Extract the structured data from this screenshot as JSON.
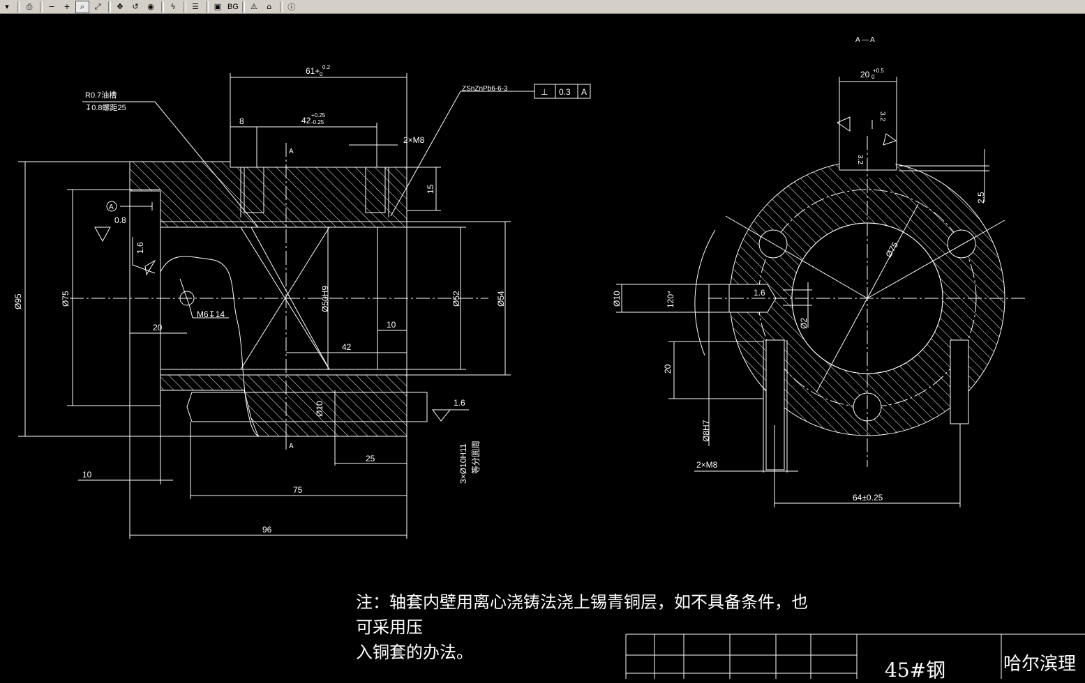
{
  "toolbar": {
    "items": [
      {
        "name": "menu-arrow",
        "glyph": "▾"
      },
      {
        "name": "print",
        "glyph": "⎙"
      },
      {
        "name": "zoom-out",
        "glyph": "−"
      },
      {
        "name": "zoom-in",
        "glyph": "+"
      },
      {
        "name": "zoom-window",
        "glyph": "⌕"
      },
      {
        "name": "zoom-realtime",
        "glyph": "⤢"
      },
      {
        "name": "pan",
        "glyph": "✥"
      },
      {
        "name": "zoom-previous",
        "glyph": "↺"
      },
      {
        "name": "orbit",
        "glyph": "◉"
      },
      {
        "name": "lightning",
        "glyph": "ϟ"
      },
      {
        "name": "layers",
        "glyph": "☰"
      },
      {
        "name": "model-space",
        "glyph": "▣"
      },
      {
        "name": "bg-label",
        "glyph": "BG"
      },
      {
        "name": "warning",
        "glyph": "⚠"
      },
      {
        "name": "home",
        "glyph": "⌂"
      },
      {
        "name": "info",
        "glyph": "ⓘ"
      }
    ]
  },
  "drawing": {
    "section_label": "A — A",
    "view_label_top": "A",
    "view_label_bottom": "A",
    "left_view": {
      "dim_61": "61+",
      "dim_61_tol": "0.2",
      "dim_61_tol_low": "0",
      "dim_8": "8",
      "dim_42": "42",
      "dim_42_tol_up": "+0.25",
      "dim_42_tol_low": "-0.25",
      "dim_2xm8": "2×M8",
      "dim_15": "15",
      "note_r07_1": "R0.7油槽",
      "note_r07_2": "↧0.8螺距25",
      "material_note": "ZSnZnPb6-6-3",
      "tolerance_symbol": "⊥",
      "tolerance_value": "0.3",
      "tolerance_datum": "A",
      "datum_a": "A",
      "rough_08": "0.8",
      "rough_16a": "1.6",
      "rough_16b": "1.6",
      "dim_d95": "Ø95",
      "dim_d75": "Ø75",
      "dim_d50h9": "Ø50H9",
      "dim_d52": "Ø52",
      "dim_d54": "Ø54",
      "dim_m6": "M6↧14",
      "dim_20": "20",
      "dim_10a": "10",
      "dim_42b": "42",
      "dim_d10": "Ø10",
      "dim_25": "25",
      "dim_3x": "3×Ø10H11",
      "dim_3x_b": "等分圆周",
      "dim_10b": "10",
      "dim_75": "75",
      "dim_96": "96"
    },
    "right_view": {
      "dim_20": "20",
      "dim_20_tol": "+0.5",
      "dim_20_tol_low": "0",
      "rough_32a": "3.2",
      "rough_32b": "3.2",
      "dim_25": "2.5",
      "dim_d75": "Ø75",
      "dim_d10": "Ø10",
      "dim_120": "120°",
      "dim_16": "1.6",
      "dim_d2": "Ø2",
      "dim_20b": "20",
      "dim_d8h7": "Ø8H7",
      "dim_2xm8": "2×M8",
      "dim_64": "64±0.25"
    }
  },
  "notes": {
    "line1": "注：轴套内壁用离心浇铸法浇上锡青铜层，如不具备条件，也可采用压",
    "line2": "入铜套的办法。"
  },
  "title_block": {
    "material": "45#钢",
    "school": "哈尔滨理"
  }
}
